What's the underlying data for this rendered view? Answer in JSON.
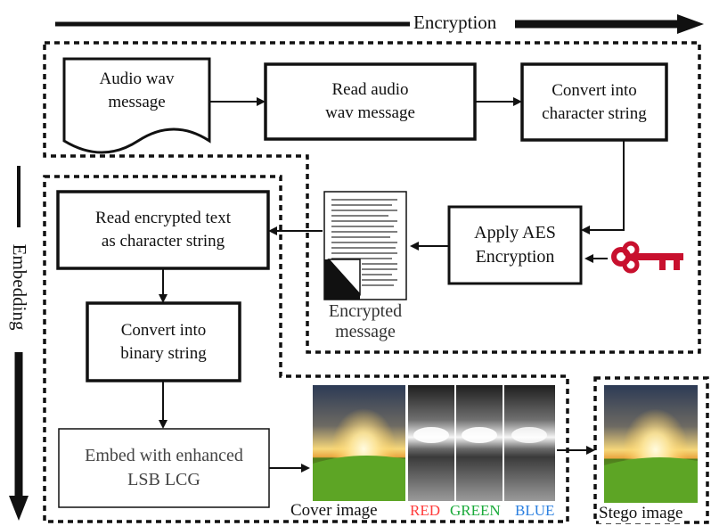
{
  "arrows": {
    "top_label": "Encryption",
    "side_label": "Embedding"
  },
  "boxes": {
    "audio_message": "Audio wav\nmessage",
    "read_audio": "Read audio\nwav message",
    "convert_char": "Convert into\ncharacter string",
    "apply_aes": "Apply AES\nEncryption",
    "read_encrypted": "Read encrypted text\nas character string",
    "convert_binary": "Convert into\nbinary string",
    "embed_lsb": "Embed with enhanced\nLSB LCG"
  },
  "labels": {
    "encrypted_message": "Encrypted\nmessage",
    "cover_image": "Cover image",
    "red": "RED",
    "green": "GREEN",
    "blue": "BLUE",
    "stego_image": "Stego image"
  },
  "icons": {
    "key": "key-icon",
    "document": "document-icon"
  },
  "colors": {
    "key": "#c8102e",
    "red": "#ff3b3b",
    "green": "#1aaa3a",
    "blue": "#2a7fe0",
    "box_border": "#111111"
  }
}
